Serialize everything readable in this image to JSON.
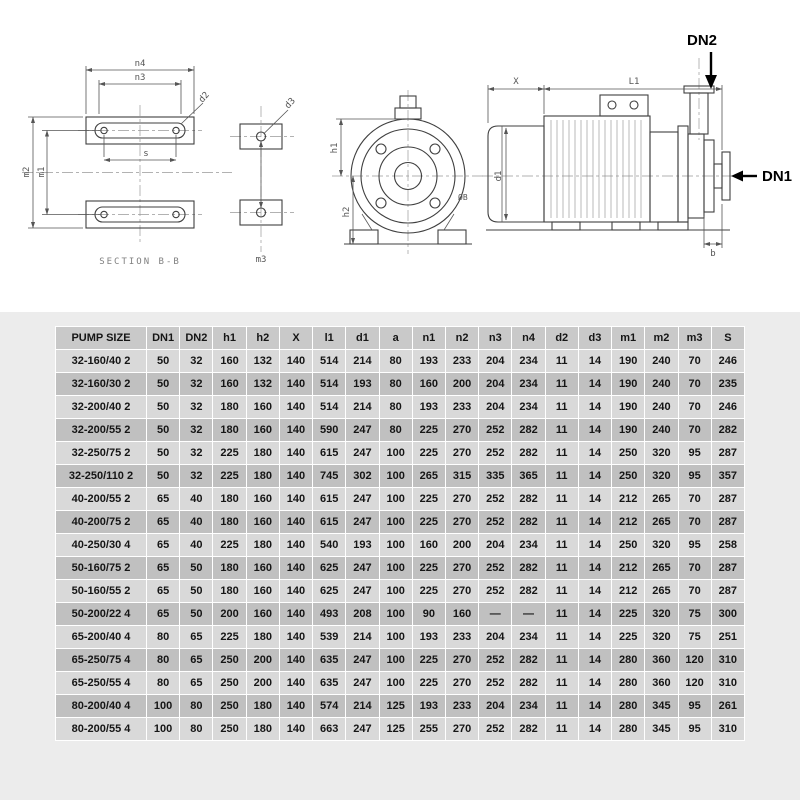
{
  "diagram": {
    "section_label": "SECTION B-B",
    "labels": {
      "n4": "n4",
      "n3": "n3",
      "s": "s",
      "m2": "m2",
      "m1": "m1",
      "d2": "d2",
      "d3": "d3",
      "m3": "m3",
      "h1": "h1",
      "h2": "h2",
      "phi_b": "ØB",
      "X": "X",
      "L1": "L1",
      "d1": "d1",
      "b": "b",
      "DN1": "DN1",
      "DN2": "DN2"
    }
  },
  "table": {
    "headers": [
      "PUMP SIZE",
      "DN1",
      "DN2",
      "h1",
      "h2",
      "X",
      "l1",
      "d1",
      "a",
      "n1",
      "n2",
      "n3",
      "n4",
      "d2",
      "d3",
      "m1",
      "m2",
      "m3",
      "S"
    ],
    "rows": [
      [
        "32-160/40 2",
        50,
        32,
        160,
        132,
        140,
        514,
        214,
        80,
        193,
        233,
        204,
        234,
        11,
        14,
        190,
        240,
        70,
        246
      ],
      [
        "32-160/30 2",
        50,
        32,
        160,
        132,
        140,
        514,
        193,
        80,
        160,
        200,
        204,
        234,
        11,
        14,
        190,
        240,
        70,
        235
      ],
      [
        "32-200/40 2",
        50,
        32,
        180,
        160,
        140,
        514,
        214,
        80,
        193,
        233,
        204,
        234,
        11,
        14,
        190,
        240,
        70,
        246
      ],
      [
        "32-200/55 2",
        50,
        32,
        180,
        160,
        140,
        590,
        247,
        80,
        225,
        270,
        252,
        282,
        11,
        14,
        190,
        240,
        70,
        282
      ],
      [
        "32-250/75 2",
        50,
        32,
        225,
        180,
        140,
        615,
        247,
        100,
        225,
        270,
        252,
        282,
        11,
        14,
        250,
        320,
        95,
        287
      ],
      [
        "32-250/110 2",
        50,
        32,
        225,
        180,
        140,
        745,
        302,
        100,
        265,
        315,
        335,
        365,
        11,
        14,
        250,
        320,
        95,
        357
      ],
      [
        "40-200/55 2",
        65,
        40,
        180,
        160,
        140,
        615,
        247,
        100,
        225,
        270,
        252,
        282,
        11,
        14,
        212,
        265,
        70,
        287
      ],
      [
        "40-200/75 2",
        65,
        40,
        180,
        160,
        140,
        615,
        247,
        100,
        225,
        270,
        252,
        282,
        11,
        14,
        212,
        265,
        70,
        287
      ],
      [
        "40-250/30 4",
        65,
        40,
        225,
        180,
        140,
        540,
        193,
        100,
        160,
        200,
        204,
        234,
        11,
        14,
        250,
        320,
        95,
        258
      ],
      [
        "50-160/75 2",
        65,
        50,
        180,
        160,
        140,
        625,
        247,
        100,
        225,
        270,
        252,
        282,
        11,
        14,
        212,
        265,
        70,
        287
      ],
      [
        "50-160/55 2",
        65,
        50,
        180,
        160,
        140,
        625,
        247,
        100,
        225,
        270,
        252,
        282,
        11,
        14,
        212,
        265,
        70,
        287
      ],
      [
        "50-200/22 4",
        65,
        50,
        200,
        160,
        140,
        493,
        208,
        100,
        90,
        160,
        "—",
        "—",
        11,
        14,
        225,
        320,
        75,
        300
      ],
      [
        "65-200/40 4",
        80,
        65,
        225,
        180,
        140,
        539,
        214,
        100,
        193,
        233,
        204,
        234,
        11,
        14,
        225,
        320,
        75,
        251
      ],
      [
        "65-250/75 4",
        80,
        65,
        250,
        200,
        140,
        635,
        247,
        100,
        225,
        270,
        252,
        282,
        11,
        14,
        280,
        360,
        120,
        310
      ],
      [
        "65-250/55 4",
        80,
        65,
        250,
        200,
        140,
        635,
        247,
        100,
        225,
        270,
        252,
        282,
        11,
        14,
        280,
        360,
        120,
        310
      ],
      [
        "80-200/40 4",
        100,
        80,
        250,
        180,
        140,
        574,
        214,
        125,
        193,
        233,
        204,
        234,
        11,
        14,
        280,
        345,
        95,
        261
      ],
      [
        "80-200/55 4",
        100,
        80,
        250,
        180,
        140,
        663,
        247,
        125,
        255,
        270,
        252,
        282,
        11,
        14,
        280,
        345,
        95,
        310
      ]
    ]
  },
  "colors": {
    "band_bg": "#ececec",
    "header_bg": "#c9c9c9",
    "row_light": "#d9d9d9",
    "row_dark": "#c0c0c0",
    "grid": "#ffffff",
    "text": "#151515"
  }
}
